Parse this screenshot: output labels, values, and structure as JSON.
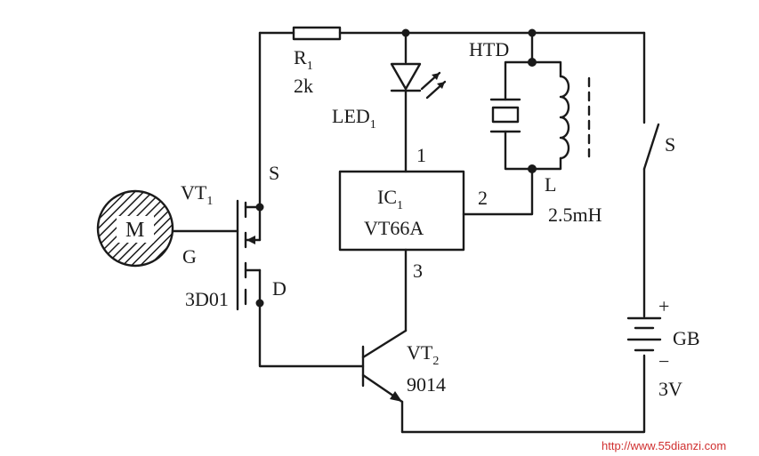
{
  "labels": {
    "r1": "R",
    "r1_sub": "1",
    "r1_value": "2k",
    "led": "LED",
    "led_sub": "1",
    "ic": "IC",
    "ic_sub": "1",
    "ic_model": "VT66A",
    "pin1": "1",
    "pin2": "2",
    "pin3": "3",
    "htd": "HTD",
    "inductor": "L",
    "inductor_value": "2.5mH",
    "switch": "S",
    "battery": "GB",
    "battery_voltage": "3V",
    "battery_plus": "+",
    "battery_minus": "−",
    "vt1": "VT",
    "vt1_sub": "1",
    "vt1_s": "S",
    "vt1_g": "G",
    "vt1_d": "D",
    "vt1_model": "3D01",
    "motor": "M",
    "vt2": "VT",
    "vt2_sub": "2",
    "vt2_model": "9014"
  },
  "watermark": {
    "text": "http://www.55dianzi.com",
    "color": "#d03030"
  }
}
